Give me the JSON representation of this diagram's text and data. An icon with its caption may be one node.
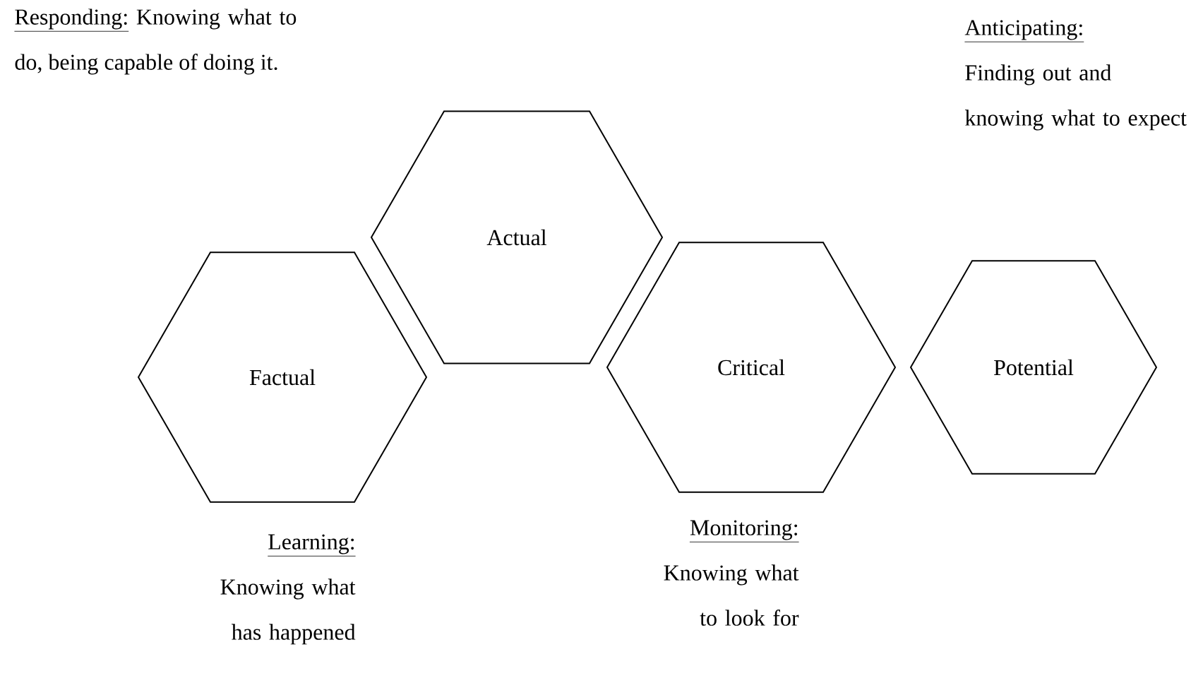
{
  "diagram": {
    "nodes": [
      {
        "text": [
          "Factual"
        ],
        "beside": [
          "Learning:",
          "Knowing what has happened"
        ]
      },
      {
        "text": [
          "Actual"
        ],
        "beside": [
          "Responding:",
          "Knowing what to do, being capable of doing it."
        ]
      },
      {
        "text": [
          "Critical"
        ],
        "beside": [
          "Monitoring:",
          "Knowing what to look for"
        ]
      },
      {
        "text": [
          "Potential"
        ],
        "beside": [
          "Anticipating:",
          "Finding out and knowing what to expect"
        ]
      }
    ]
  }
}
